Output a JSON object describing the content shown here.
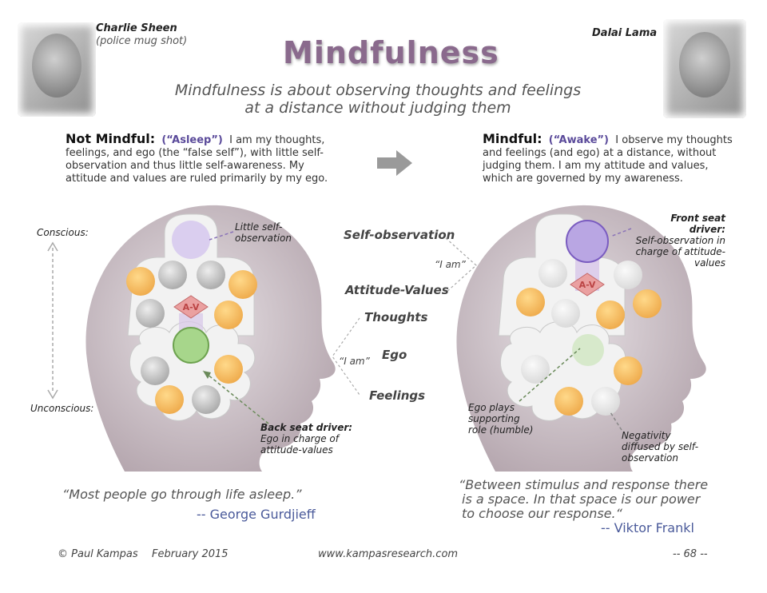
{
  "left_person": {
    "name": "Charlie Sheen",
    "sub": "(police mug shot)"
  },
  "right_person": {
    "name": "Dalai Lama"
  },
  "title": "Mindfulness",
  "subtitle": {
    "line1": "Mindfulness is about observing thoughts and feelings",
    "line2": "at a distance without judging them"
  },
  "not_mindful": {
    "lead": "Not Mindful:",
    "tag": "(“Asleep”)",
    "text_line1": "I am my thoughts,",
    "text_line2": "feelings, and ego (the “false self”), with little self-",
    "text_line3": "observation and thus little self-awareness.  My",
    "text_line4": "attitude and values are ruled primarily by my ego."
  },
  "mindful": {
    "lead": "Mindful:",
    "tag": "(“Awake”)",
    "text_line1": "I observe my thoughts",
    "text_line2": "and feelings (and ego) at a distance, without",
    "text_line3": "judging them. I am my attitude and values,",
    "text_line4": "which are governed by my awareness."
  },
  "axis": {
    "conscious": "Conscious:",
    "unconscious": "Unconscious:"
  },
  "center_labels": {
    "self_observation": "Self-observation",
    "attitude_values": "Attitude-Values",
    "thoughts": "Thoughts",
    "ego": "Ego",
    "feelings": "Feelings",
    "iam_top": "“I am”",
    "iam_bottom": "“I am”"
  },
  "av_label": "A-V",
  "left_notes": {
    "little_line1": "Little self-",
    "little_line2": "observation",
    "back_title": "Back seat driver:",
    "back_line1": "Ego in charge of",
    "back_line2": "attitude-values"
  },
  "right_notes": {
    "front_title": "Front seat driver:",
    "front_line1": "Self-observation in",
    "front_line2": "charge of attitude-",
    "front_line3": "values",
    "ego_line1": "Ego plays",
    "ego_line2": "supporting",
    "ego_line3": "role (humble)",
    "neg_line1": "Negativity",
    "neg_line2": "diffused by self-",
    "neg_line3": "observation"
  },
  "quote_left": {
    "text": "“Most people go through life asleep.”",
    "author": "-- George Gurdjieff"
  },
  "quote_right": {
    "line1": "“Between stimulus and response there",
    "line2": "is a space. In that space is our power",
    "line3": "to choose our response.“",
    "author": "-- Viktor Frankl"
  },
  "footer": {
    "author": "© Paul Kampas",
    "date": "February 2015",
    "url": "www.kampasresearch.com",
    "page": "--  68  --"
  },
  "colors": {
    "title": "#8a6a8d",
    "orange_face": "#f4b860",
    "gray_face": "#c4c4c4",
    "green_ego": "#9bcc7e",
    "purple_observer": "#b9a6e3",
    "av_red": "#e89a9a"
  }
}
